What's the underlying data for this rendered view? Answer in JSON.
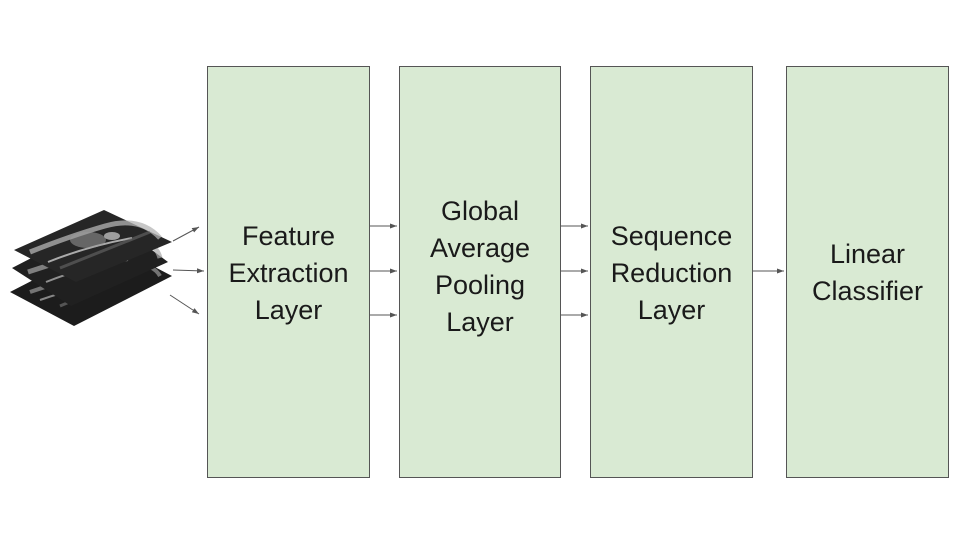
{
  "diagram": {
    "input_image": "stacked-mri-slices",
    "box_fill": "#d9ead3",
    "box_border": "#555555",
    "layers": [
      {
        "label": "Feature\nExtraction\nLayer"
      },
      {
        "label": "Global\nAverage\nPooling\nLayer"
      },
      {
        "label": "Sequence\nReduction\nLayer"
      },
      {
        "label": "Linear\nClassifier"
      }
    ]
  }
}
